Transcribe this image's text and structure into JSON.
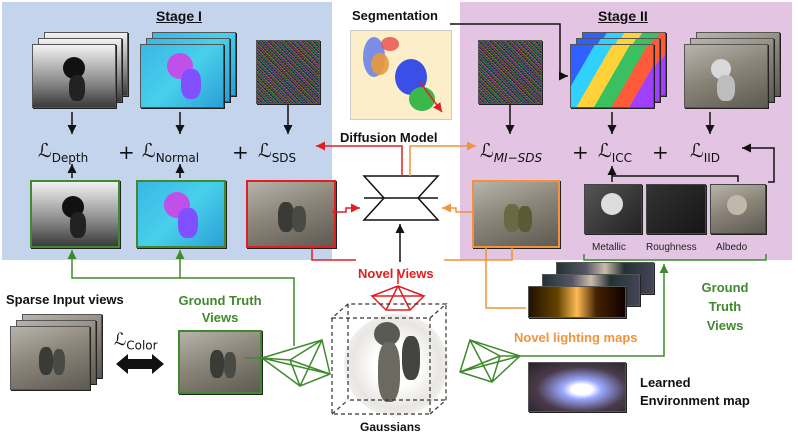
{
  "stage1": {
    "title": "Stage I"
  },
  "stage2": {
    "title": "Stage II"
  },
  "segmentation": {
    "label": "Segmentation"
  },
  "diffusion": {
    "label": "Diffusion Model"
  },
  "losses": {
    "depth_sym": "ℒ",
    "depth_sub": "Depth",
    "normal_sym": "ℒ",
    "normal_sub": "Normal",
    "sds_sym": "ℒ",
    "sds_sub": "SDS",
    "misds_sym": "ℒ",
    "misds_sub": "MI−SDS",
    "icc_sym": "ℒ",
    "icc_sub": "ICC",
    "iid_sym": "ℒ",
    "iid_sub": "IID",
    "color_sym": "ℒ",
    "color_sub": "Color",
    "plus": "+"
  },
  "materials": {
    "metallic": "Metallic",
    "roughness": "Roughness",
    "albedo": "Albedo"
  },
  "labels": {
    "novel_views": "Novel Views",
    "sparse_input": "Sparse Input views",
    "ground_truth_left": [
      "Ground Truth",
      "Views"
    ],
    "ground_truth_right": [
      "Ground",
      "Truth",
      "Views"
    ],
    "novel_lighting": "Novel lighting maps",
    "learned_env": [
      "Learned",
      "Environment map"
    ],
    "gaussians": "Gaussians"
  },
  "colors": {
    "red": "#e02020",
    "orange": "#f2923a",
    "green": "#3f8a2e",
    "stage1_bg": "#c4d4ec",
    "stage2_bg": "#e3c5e3"
  }
}
